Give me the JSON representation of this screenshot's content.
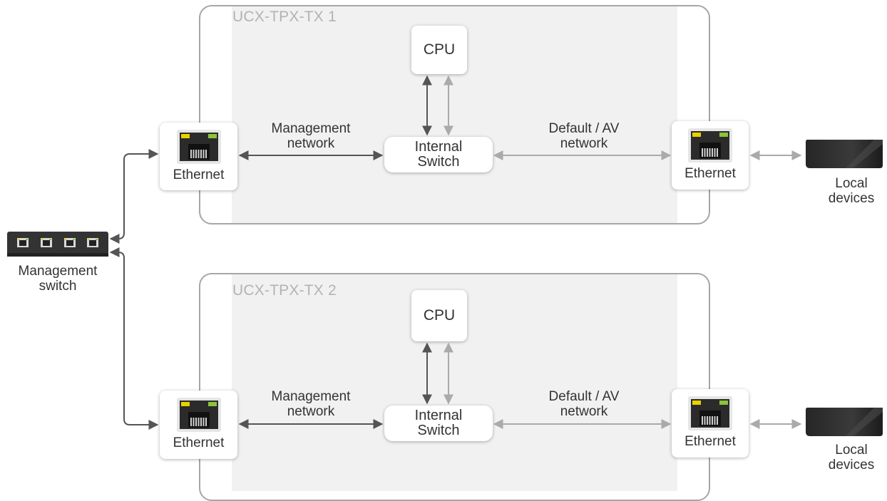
{
  "colors": {
    "dark_link": "#555555",
    "light_link": "#aaaaaa",
    "frame": "#a6a6a6",
    "fill": "#f1f1f1"
  },
  "devices": [
    {
      "title": "UCX-TPX-TX 1",
      "cpu_label": "CPU",
      "switch_label_line1": "Internal",
      "switch_label_line2": "Switch",
      "left_port_label": "Ethernet",
      "right_port_label": "Ethernet",
      "mgmt_net_line1": "Management",
      "mgmt_net_line2": "network",
      "av_net_line1": "Default / AV",
      "av_net_line2": "network",
      "local_line1": "Local",
      "local_line2": "devices"
    },
    {
      "title": "UCX-TPX-TX 2",
      "cpu_label": "CPU",
      "switch_label_line1": "Internal",
      "switch_label_line2": "Switch",
      "left_port_label": "Ethernet",
      "right_port_label": "Ethernet",
      "mgmt_net_line1": "Management",
      "mgmt_net_line2": "network",
      "av_net_line1": "Default / AV",
      "av_net_line2": "network",
      "local_line1": "Local",
      "local_line2": "devices"
    }
  ],
  "management_switch": {
    "line1": "Management",
    "line2": "switch"
  },
  "icons": {
    "port": "rj45-port-icon",
    "switch": "network-switch-icon",
    "local": "media-player-icon"
  }
}
